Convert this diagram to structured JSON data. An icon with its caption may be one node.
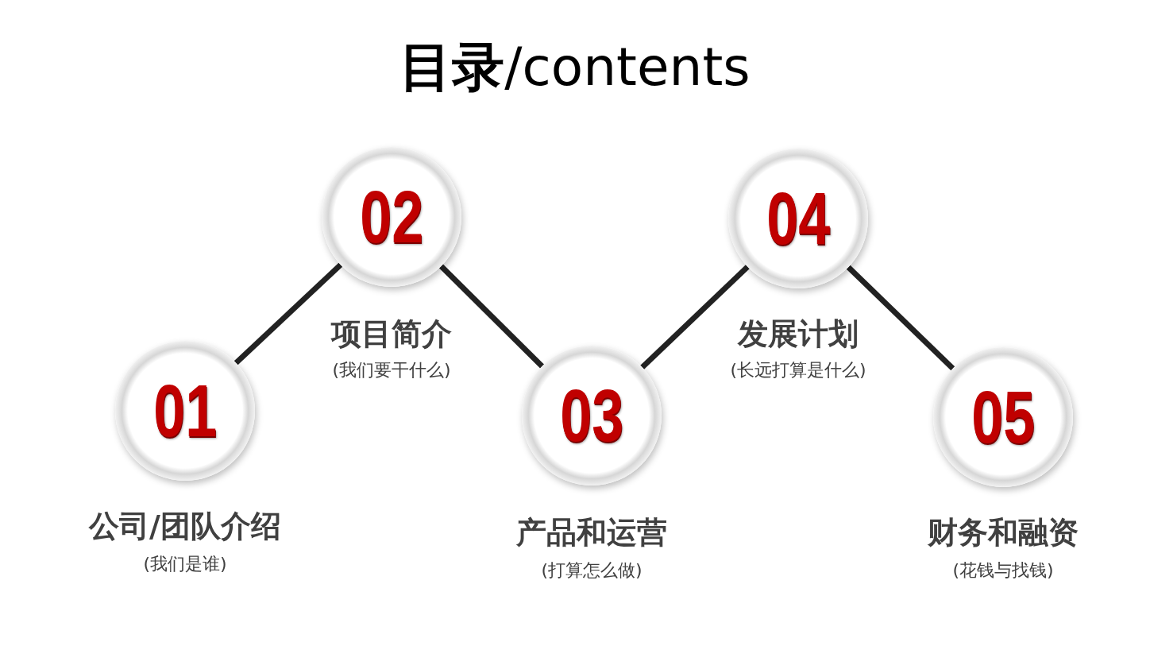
{
  "diagram": {
    "title": "**目录**/contents",
    "nodes": [
      {
        "text": [
          "01"
        ],
        "beside": [
          "公司/团队介绍",
          "(我们是谁)"
        ]
      },
      {
        "text": [
          "02"
        ],
        "beside": [
          "项目简介",
          "(我们要干什么)"
        ]
      },
      {
        "text": [
          "03"
        ],
        "beside": [
          "产品和运营",
          "(打算怎么做)"
        ]
      },
      {
        "text": [
          "04"
        ],
        "beside": [
          "发展计划",
          "(长远打算是什么)"
        ]
      },
      {
        "text": [
          "05"
        ],
        "beside": [
          "财务和融资",
          "(花钱与找钱)"
        ]
      }
    ],
    "edges": [
      {
        "from": 0,
        "to": 1,
        "arrow": "none"
      },
      {
        "from": 1,
        "to": 2,
        "arrow": "none"
      },
      {
        "from": 2,
        "to": 3,
        "arrow": "none"
      },
      {
        "from": 3,
        "to": 4,
        "arrow": "none"
      }
    ]
  }
}
